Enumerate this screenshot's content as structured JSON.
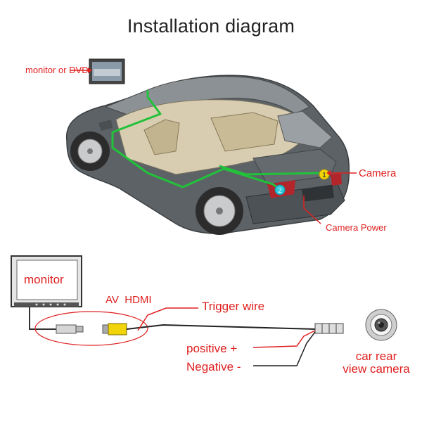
{
  "title": "Installation diagram",
  "labels": {
    "monitor_or_dvd": "monitor or DVD",
    "camera": "Camera",
    "camera_power": "Camera Power",
    "monitor": "monitor",
    "av_hdmi": "AV  HDMI",
    "trigger_wire": "Trigger wire",
    "positive": "positive +",
    "negative": "Negative -",
    "car_rear_view_camera_line1": "car rear",
    "car_rear_view_camera_line2": "view camera"
  },
  "markers": {
    "camera_number": "1",
    "power_number": "2"
  },
  "colors": {
    "accent_red": "#e02020",
    "route_green": "#22c23a",
    "marker_yellow": "#f2d40a",
    "marker_cyan": "#2ec6d8",
    "car_body": "#5c6266"
  }
}
